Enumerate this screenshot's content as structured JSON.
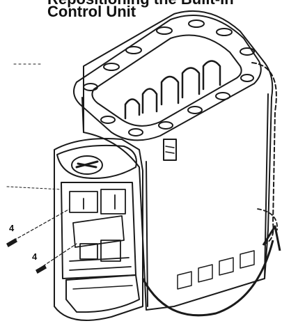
{
  "title": {
    "line1": "Repositioning the Built-In",
    "line2": "Control Unit"
  },
  "callouts": {
    "screw_upper": "4",
    "screw_lower": "4"
  },
  "colors": {
    "ink": "#1a1a1a",
    "background": "#ffffff"
  }
}
